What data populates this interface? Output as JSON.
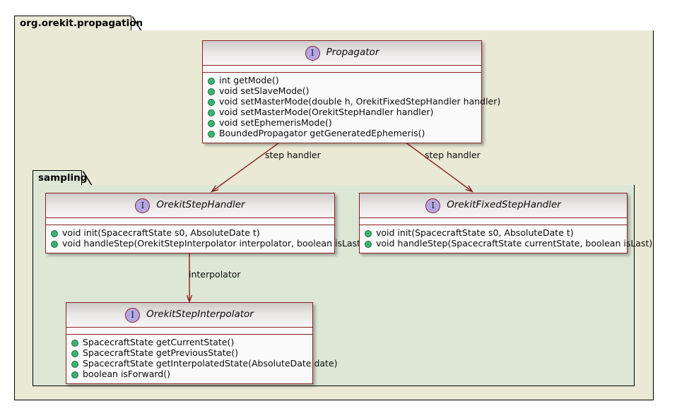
{
  "diagram": {
    "title": "org.orekit.propagation UML class diagram",
    "colors": {
      "outer_package_fill": "#EAE9D6",
      "inner_package_fill": "#DCE7D6",
      "class_border": "#8B2020",
      "class_body_fill": "#FBFAFA",
      "interface_icon_fill": "#B4A7E5",
      "public_member_marker": "#3CB371",
      "arrow_color": "#8B2020",
      "package_border": "#000000",
      "canvas_background": "#FFFFFF"
    }
  },
  "packages": {
    "outer": {
      "name": "org.orekit.propagation"
    },
    "inner": {
      "name": "sampling"
    }
  },
  "classes": [
    {
      "id": "propagator",
      "name": "Propagator",
      "stereotype_icon": "interface-icon",
      "stereotype_letter": "I",
      "methods": [
        "int getMode()",
        "void setSlaveMode()",
        "void setMasterMode(double h, OrekitFixedStepHandler handler)",
        "void setMasterMode(OrekitStepHandler handler)",
        "void setEphemerisMode()",
        "BoundedPropagator getGeneratedEphemeris()"
      ]
    },
    {
      "id": "orekit-step-handler",
      "name": "OrekitStepHandler",
      "stereotype_icon": "interface-icon",
      "stereotype_letter": "I",
      "methods": [
        "void init(SpacecraftState s0, AbsoluteDate t)",
        "void handleStep(OrekitStepInterpolator interpolator, boolean isLast)"
      ]
    },
    {
      "id": "orekit-fixed-step-handler",
      "name": "OrekitFixedStepHandler",
      "stereotype_icon": "interface-icon",
      "stereotype_letter": "I",
      "methods": [
        "void init(SpacecraftState s0, AbsoluteDate t)",
        "void handleStep(SpacecraftState currentState, boolean isLast)"
      ]
    },
    {
      "id": "orekit-step-interpolator",
      "name": "OrekitStepInterpolator",
      "stereotype_icon": "interface-icon",
      "stereotype_letter": "I",
      "methods": [
        "SpacecraftState getCurrentState()",
        "SpacecraftState getPreviousState()",
        "SpacecraftState getInterpolatedState(AbsoluteDate date)",
        "boolean isForward()"
      ]
    }
  ],
  "edges": [
    {
      "id": "edge-propagator-step-handler",
      "from": "Propagator",
      "to": "OrekitStepHandler",
      "label": "step handler"
    },
    {
      "id": "edge-propagator-fixed-step-handler",
      "from": "Propagator",
      "to": "OrekitFixedStepHandler",
      "label": "step handler"
    },
    {
      "id": "edge-step-handler-interpolator",
      "from": "OrekitStepHandler",
      "to": "OrekitStepInterpolator",
      "label": "interpolator"
    }
  ]
}
